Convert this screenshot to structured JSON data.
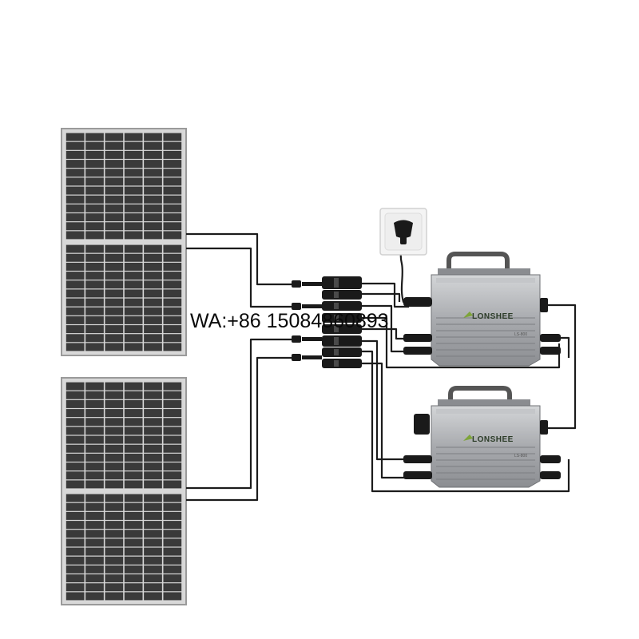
{
  "watermark": {
    "text": "WA:+86 15084860893"
  },
  "inverters": [
    {
      "brand": "LONSHEE",
      "model": "LS-800"
    },
    {
      "brand": "LONSHEE",
      "model": "LS-800"
    }
  ],
  "colors": {
    "panel_cell": "#3a3a3a",
    "panel_grid": "#cfcfcf",
    "cable": "#1c1c1c",
    "inverter_body": "#9a9ca0",
    "brand_accent": "#7ea43a"
  }
}
